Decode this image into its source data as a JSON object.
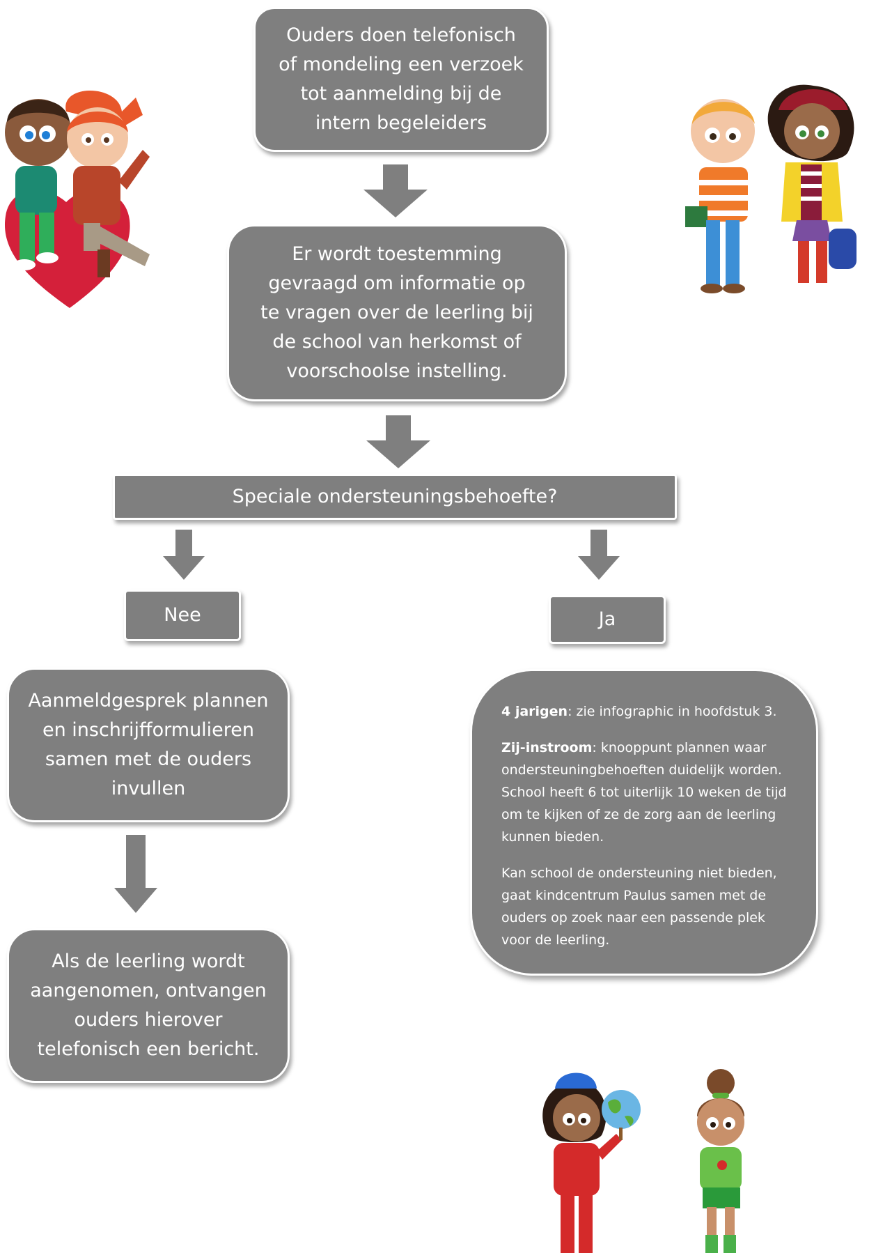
{
  "flowchart": {
    "step1": "Ouders doen telefonisch of mondeling een verzoek tot aanmelding bij de intern begeleiders",
    "step2": "Er wordt toestemming gevraagd om informatie op te vragen over de leerling bij de school van herkomst of voorschoolse instelling.",
    "decision": "Speciale ondersteuningsbehoefte?",
    "no_label": "Nee",
    "yes_label": "Ja",
    "no_step1": "Aanmeldgesprek plannen en inschrijfformulieren samen met de ouders invullen",
    "no_step2": "Als de leerling wordt aangenomen, ontvangen ouders hierover telefonisch een bericht.",
    "yes_detail": {
      "p1_bold": "4 jarigen",
      "p1_text": ": zie infographic in hoofdstuk 3.",
      "p2_bold": "Zij-instroom",
      "p2_text": ": knooppunt plannen waar ondersteuningbehoeften duidelijk worden. School heeft 6 tot uiterlijk 10 weken de tijd om te kijken of ze de zorg aan de leerling kunnen bieden.",
      "p3_text": "Kan school de ondersteuning niet bieden, gaat kindcentrum Paulus samen met de ouders op zoek naar een passende plek voor de leerling."
    }
  },
  "colors": {
    "box_fill": "#7f7f7f",
    "arrow_fill": "#7f7f7f",
    "text": "#ffffff"
  },
  "illustrations": [
    "kids-on-heart-illustration",
    "kids-with-backpacks-illustration",
    "kids-with-globe-illustration"
  ]
}
